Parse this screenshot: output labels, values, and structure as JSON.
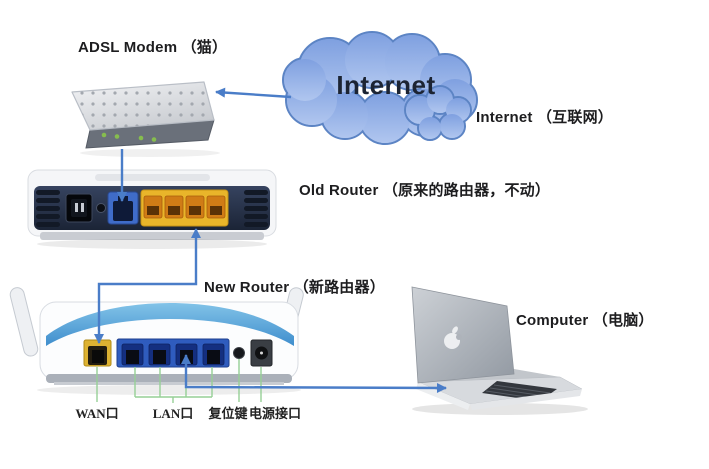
{
  "diagram": {
    "background": "#ffffff",
    "nodes": [
      {
        "id": "internet",
        "label": "Internet",
        "caption": "Internet （互联网）"
      },
      {
        "id": "adsl-modem",
        "caption": "ADSL Modem （猫）"
      },
      {
        "id": "old-router",
        "caption": "Old Router （原来的路由器，不动）"
      },
      {
        "id": "new-router",
        "caption": "New Router （新路由器）"
      },
      {
        "id": "computer",
        "caption": "Computer （电脑）"
      }
    ],
    "port_labels": [
      {
        "id": "wan",
        "label": "WAN口"
      },
      {
        "id": "lan",
        "label": "LAN口"
      },
      {
        "id": "reset",
        "label": "复位键"
      },
      {
        "id": "power",
        "label": "电源接口"
      }
    ],
    "connections": [
      {
        "from": "internet",
        "to": "adsl-modem"
      },
      {
        "from": "adsl-modem",
        "to": "old-router-wan-port"
      },
      {
        "from": "old-router-lan-port-3",
        "to": "new-router-wan-port"
      },
      {
        "from": "new-router-lan-port-3",
        "to": "computer"
      }
    ],
    "colors": {
      "cable": "#4a7dc8",
      "callout_line": "#96cf96",
      "cloud_fill": "#8aa9e4",
      "cloud_outline": "#5c84c4",
      "old_router_lan_yellow": "#e9b52a",
      "old_router_wan_blue": "#3f6cc9",
      "new_router_wan_yellow": "#ddb232",
      "new_router_lan_blue": "#2f5cbe",
      "new_router_band_blue": "#55a0d6"
    }
  }
}
